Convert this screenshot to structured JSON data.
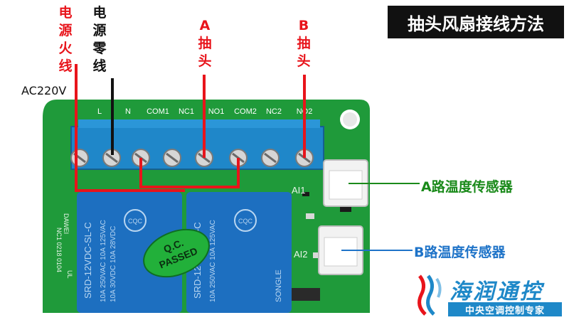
{
  "title": "抽头风扇接线方法",
  "labels": {
    "live": "电源火线",
    "neutral": "电源零线",
    "tap_a": "A抽头",
    "tap_b": "B抽头",
    "voltage": "AC220V"
  },
  "terminals": [
    "L",
    "N",
    "COM1",
    "NC1",
    "NO1",
    "COM2",
    "NC2",
    "NO2"
  ],
  "board": {
    "ai1": "AI1",
    "ai2": "AI2",
    "relay_brand": "SONGLE",
    "relay_model": "SRD-12VDC-SL-C",
    "relay_rating_1": "10A 250VAC 10A 125VAC",
    "relay_rating_2": "10A 30VDC 10A 28VDC",
    "qc_line1": "Q.C.",
    "qc_line2": "PASSED",
    "cqc": "CQC",
    "board_text_1": "DAWEI",
    "board_text_2": "NC1 0218 0104",
    "board_text_3": "UL"
  },
  "sensors": {
    "a": "A路温度传感器",
    "b": "B路温度传感器"
  },
  "brand": {
    "name": "海润通控",
    "tagline": "中央空调控制专家"
  },
  "colors": {
    "pcb": "#1f9a3a",
    "terminal": "#1f87c9",
    "relay": "#1d6fc0",
    "wire_red": "#e8141b",
    "sensor_a": "#1a8a1a",
    "sensor_b": "#1e73c8",
    "qc_seal": "#22b03a"
  }
}
